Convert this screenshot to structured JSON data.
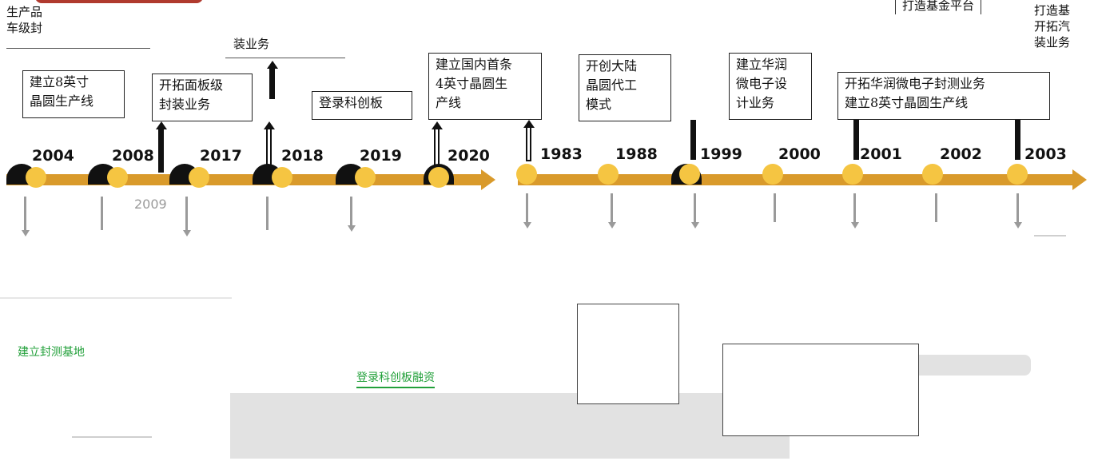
{
  "header": {
    "left_fragment_1": "生产品",
    "left_fragment_2": "车级封",
    "top_center_fragment": "装业务",
    "top_right_fragment": "打造基金平台",
    "far_right_1": "打造基",
    "far_right_2": "开拓汽",
    "far_right_3": "装业务"
  },
  "events_top": [
    {
      "text": "建立8英寸\n晶圆生产线"
    },
    {
      "text": "开拓面板级\n封装业务"
    },
    {
      "text": "登录科创板"
    },
    {
      "text": "建立国内首条\n4英寸晶圆生\n产线"
    },
    {
      "text": "开创大陆\n晶圆代工\n模式"
    },
    {
      "text": "建立华润\n微电子设\n计业务"
    },
    {
      "text": "开拓华润微电子封测业务\n建立8英寸晶圆生产线"
    }
  ],
  "years": [
    "2004",
    "2008",
    "2017",
    "2018",
    "2019",
    "2020",
    "1983",
    "1988",
    "1999",
    "2000",
    "2001",
    "2002",
    "2003"
  ],
  "sub_year": "2009",
  "bottom_text": {
    "left_card": "建立封测基地",
    "middle_card": "登录科创板融资"
  },
  "colors": {
    "timeline": "#d99a2b",
    "dot": "#f5c542",
    "accent_red": "#b03a2e",
    "green_text": "#22a03a"
  }
}
